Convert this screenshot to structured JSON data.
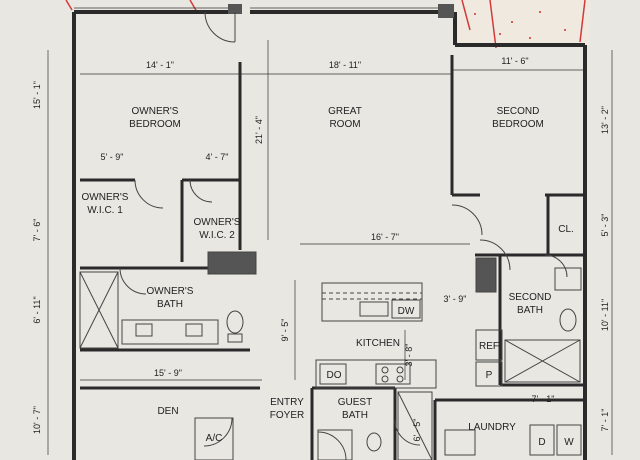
{
  "rooms": {
    "owners_bedroom": [
      "OWNER'S",
      "BEDROOM"
    ],
    "great_room": [
      "GREAT",
      "ROOM"
    ],
    "second_bedroom": [
      "SECOND",
      "BEDROOM"
    ],
    "owners_wic_1": [
      "OWNER'S",
      "W.I.C. 1"
    ],
    "owners_wic_2": [
      "OWNER'S",
      "W.I.C. 2"
    ],
    "owners_bath": [
      "OWNER'S",
      "BATH"
    ],
    "kitchen": "KITCHEN",
    "second_bath": [
      "SECOND",
      "BATH"
    ],
    "den": "DEN",
    "entry_foyer": [
      "ENTRY",
      "FOYER"
    ],
    "guest_bath": [
      "GUEST",
      "BATH"
    ],
    "laundry": "LAUNDRY",
    "closet": "CL."
  },
  "fixtures": {
    "dishwasher": "DW",
    "refrigerator": "REF",
    "pantry": "P",
    "double_oven": "DO",
    "air_conditioner": "A/C",
    "dryer": "D",
    "washer": "W"
  },
  "dimensions": {
    "owners_bedroom_width": "14' - 1\"",
    "great_room_width": "18' - 11\"",
    "second_bedroom_width": "11' - 6\"",
    "owners_bedroom_depth": "15' - 1\"",
    "great_room_depth": "21' - 4\"",
    "second_bedroom_depth": "13' - 2\"",
    "wic1_width": "5' - 9\"",
    "wic2_width": "4' - 7\"",
    "wic_depth": "7' - 6\"",
    "kitchen_width": "16' - 7\"",
    "closet_depth": "5' - 3\"",
    "owners_bath_depth": "6' - 11\"",
    "counter_width": "3' - 9\"",
    "second_bath_depth": "10' - 11\"",
    "kitchen_depth": "9' - 5\"",
    "island_depth": "3' - 8\"",
    "den_width": "15' - 9\"",
    "den_depth": "10' - 7\"",
    "guest_bath_width": "6' - 5\"",
    "laundry_width": "7' - 1\"",
    "laundry_depth": "7' - 1\""
  }
}
